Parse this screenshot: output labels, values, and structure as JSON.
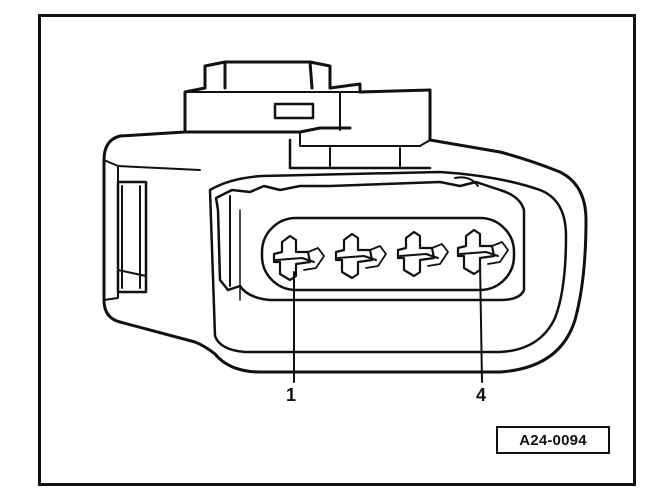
{
  "callouts": {
    "pin_1": "1",
    "pin_4": "4"
  },
  "figure_id": "A24-0094",
  "colors": {
    "line": "#111111",
    "background": "#ffffff"
  }
}
